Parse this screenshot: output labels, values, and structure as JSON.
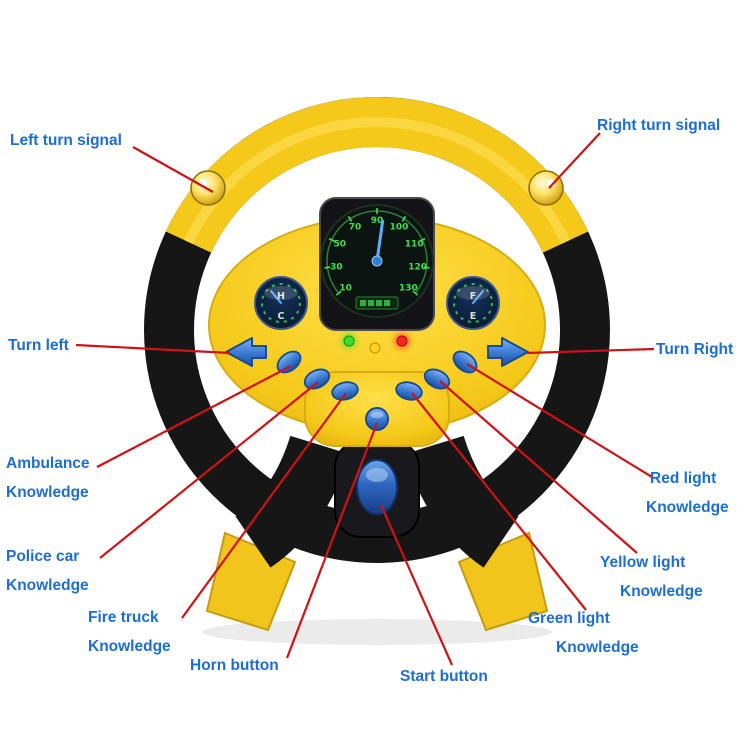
{
  "title": "Toy steering wheel feature callout diagram",
  "colors": {
    "label_text": "#1b6ed2",
    "leader_line": "#cf1215",
    "wheel_yellow": "#f5c91a",
    "wheel_black": "#161616",
    "button_blue": "#3a78d2",
    "led_green": "#39e02a",
    "led_yellow": "#ffd21f",
    "led_red": "#ff2418",
    "gauge_numerals": "#3fe04e"
  },
  "labels": {
    "left_turn_signal": "Left turn signal",
    "right_turn_signal": "Right turn signal",
    "turn_left": "Turn left",
    "turn_right": "Turn Right",
    "ambulance": {
      "l1": "Ambulance",
      "l2": "Knowledge"
    },
    "police_car": {
      "l1": "Police car",
      "l2": "Knowledge"
    },
    "fire_truck": {
      "l1": "Fire truck",
      "l2": "Knowledge"
    },
    "horn": "Horn button",
    "start": "Start button",
    "green_light": {
      "l1": "Green light",
      "l2": "Knowledge"
    },
    "yellow_light": {
      "l1": "Yellow light",
      "l2": "Knowledge"
    },
    "red_light": {
      "l1": "Red light",
      "l2": "Knowledge"
    }
  },
  "gauges": {
    "speedometer": {
      "ticks": [
        "10",
        "30",
        "50",
        "70",
        "90",
        "100",
        "110",
        "120",
        "130"
      ]
    },
    "temperature": {
      "top": "H",
      "bottom": "C"
    },
    "fuel": {
      "top": "F",
      "bottom": "E"
    }
  }
}
